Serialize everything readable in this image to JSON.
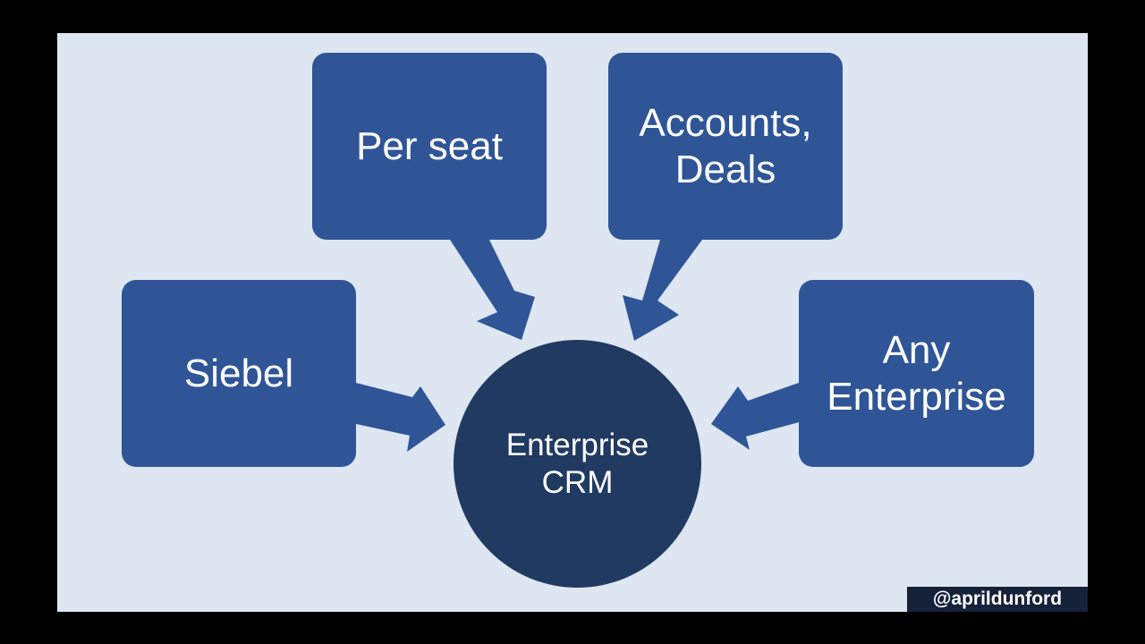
{
  "diagram": {
    "center": {
      "label": "Enterprise\nCRM"
    },
    "nodes": [
      {
        "id": "per-seat",
        "label": "Per seat"
      },
      {
        "id": "accounts",
        "label": "Accounts,\nDeals"
      },
      {
        "id": "siebel",
        "label": "Siebel"
      },
      {
        "id": "any-enterprise",
        "label": "Any\nEnterprise"
      }
    ],
    "edges": [
      {
        "from": "per-seat",
        "to": "center"
      },
      {
        "from": "accounts",
        "to": "center"
      },
      {
        "from": "siebel",
        "to": "center"
      },
      {
        "from": "any-enterprise",
        "to": "center"
      }
    ]
  },
  "watermark": {
    "handle": "@aprildunford"
  },
  "colors": {
    "slide_background": "#dde6f1",
    "box_fill": "#2f5597",
    "circle_fill": "#213a62",
    "arrow_fill": "#2f5597",
    "text": "#ffffff",
    "watermark_background": "#16213a"
  }
}
